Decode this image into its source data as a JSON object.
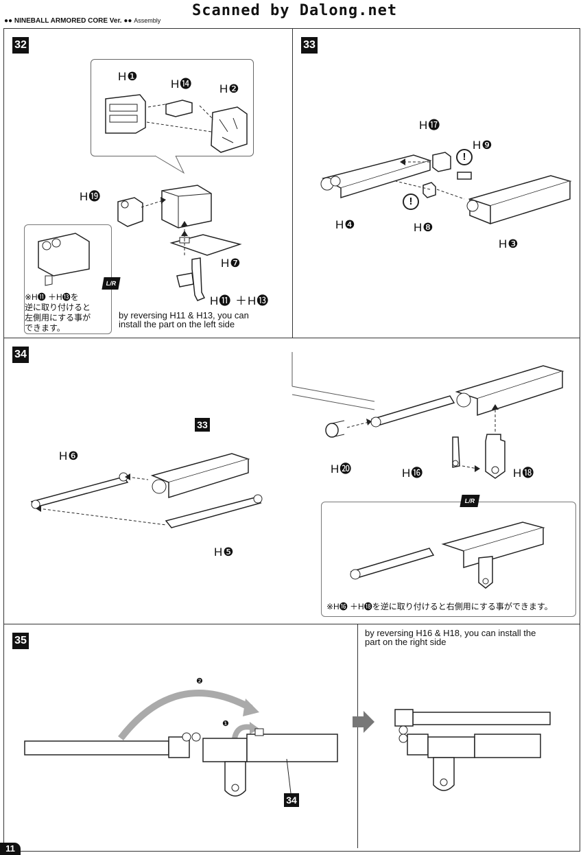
{
  "header": {
    "watermark": "Scanned by Dalong.net",
    "title_prefix": "●●",
    "title": "NINEBALL ARMORED CORE Ver.",
    "section_prefix": "●●",
    "section": "Assembly"
  },
  "page_number": "11",
  "steps": {
    "s32": {
      "number": "32",
      "labels": {
        "h1": "H❶",
        "h14": "H⓮",
        "h2": "H❷",
        "h19": "H⓳",
        "h7": "H❼",
        "h11_13": "H⓫ ＋H⓭"
      },
      "lr_badge": "L/R",
      "note_jp": "※H⓫ ＋H⓭を逆に取り付けると左側用にする事ができます。",
      "note_jp_lines": [
        "※H⓫ ＋H⓭を",
        "逆に取り付けると",
        "左側用にする事が",
        "できます。"
      ],
      "note_en_lines": [
        "by reversing H11 & H13, you can",
        "install the part on the left side"
      ]
    },
    "s33": {
      "number": "33",
      "labels": {
        "h17": "H⓱",
        "h9": "H❾",
        "h4": "H❹",
        "h8": "H❽",
        "h3": "H❸"
      },
      "warning": "!"
    },
    "s34": {
      "number": "34",
      "labels": {
        "h6": "H❻",
        "h5": "H❺",
        "ref33": "33",
        "h20": "H⓴",
        "h16": "H⓰",
        "h18": "H⓲"
      },
      "lr_badge": "L/R",
      "note_jp": "※H⓰ ＋H⓲を逆に取り付けると右側用にする事ができます。"
    },
    "s35": {
      "number": "35",
      "ref34": "34",
      "arrow1": "❶",
      "arrow2": "❷",
      "note_en_lines": [
        "by reversing H16 & H18, you can install the",
        "part on the right side"
      ]
    }
  }
}
